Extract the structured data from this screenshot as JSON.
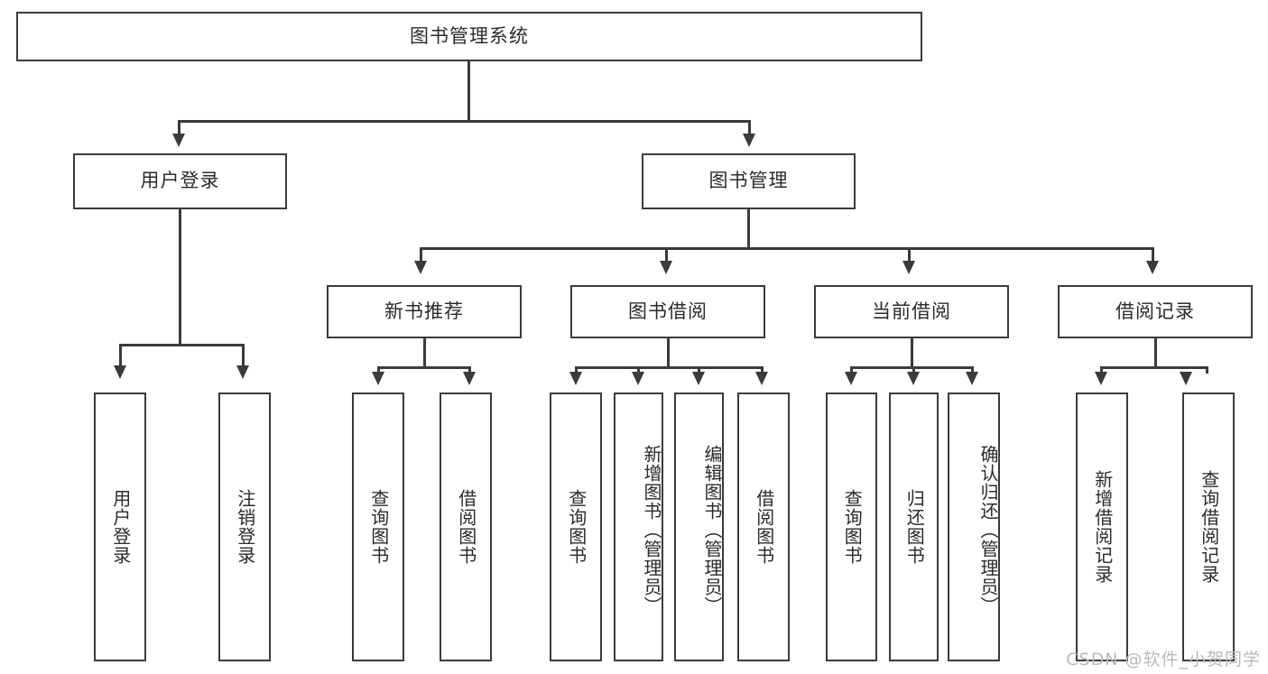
{
  "diagram": {
    "type": "tree",
    "title": "图书管理系统",
    "watermark": "CSDN @软件_小贺同学",
    "colors": {
      "stroke": "#3b3b3b",
      "fill": "#ffffff",
      "text": "#2b2b2b",
      "watermark": "#b9b9b9"
    },
    "root": {
      "label": "图书管理系统"
    },
    "level2": [
      {
        "label": "用户登录"
      },
      {
        "label": "图书管理"
      }
    ],
    "level3": [
      {
        "label": "新书推荐"
      },
      {
        "label": "图书借阅"
      },
      {
        "label": "当前借阅"
      },
      {
        "label": "借阅记录"
      }
    ],
    "leaves": {
      "user_login": [
        {
          "label": "用户登录"
        },
        {
          "label": "注销登录"
        }
      ],
      "new_book_recommend": [
        {
          "label": "查询图书"
        },
        {
          "label": "借阅图书"
        }
      ],
      "book_borrow": [
        {
          "label": "查询图书"
        },
        {
          "label": "新增图书（管理员）"
        },
        {
          "label": "编辑图书（管理员）"
        },
        {
          "label": "借阅图书"
        }
      ],
      "current_borrow": [
        {
          "label": "查询图书"
        },
        {
          "label": "归还图书"
        },
        {
          "label": "确认归还（管理员）"
        }
      ],
      "borrow_record": [
        {
          "label": "新增借阅记录"
        },
        {
          "label": "查询借阅记录"
        }
      ]
    }
  }
}
